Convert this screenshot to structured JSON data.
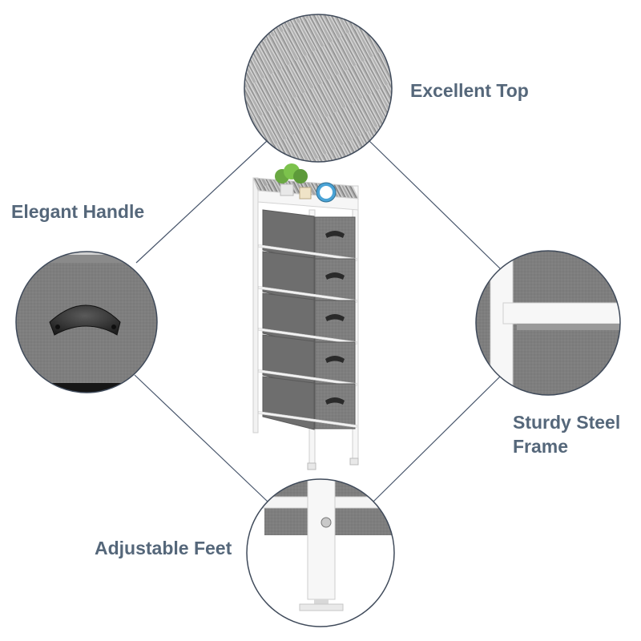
{
  "labels": {
    "top": "Excellent Top",
    "handle": "Elegant Handle",
    "frame_line1": "Sturdy Steel",
    "frame_line2": "Frame",
    "feet": "Adjustable Feet"
  },
  "colors": {
    "label_text": "#55677a",
    "connector_line": "#46546a",
    "circle_border": "#3f4a5a",
    "fabric": "#7d7d7d",
    "fabric_dark": "#666666",
    "frame": "#f4f4f4",
    "handle": "#2f2f2f",
    "wood_top": "#9a9a9a"
  },
  "product": {
    "drawer_count": 5
  }
}
